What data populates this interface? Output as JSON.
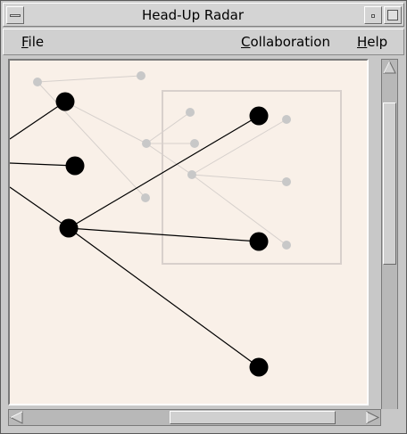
{
  "window": {
    "title": "Head-Up Radar"
  },
  "menubar": {
    "file": {
      "mnemonic": "F",
      "rest": "ile"
    },
    "collaboration": {
      "mnemonic": "C",
      "rest": "ollaboration"
    },
    "help": {
      "mnemonic": "H",
      "rest": "elp"
    }
  },
  "icons": {
    "window_menu": "window-menu-icon",
    "minimize": "minimize-icon",
    "maximize": "maximize-icon",
    "scroll_up": "arrow-up-icon",
    "scroll_down": "arrow-down-icon",
    "scroll_left": "arrow-left-icon",
    "scroll_right": "arrow-right-icon"
  },
  "colors": {
    "canvas_background": "#f9f0e8",
    "node_primary": "#000000",
    "node_faded": "#c8c8c8",
    "viewport_outline": "#d8d0cc"
  }
}
